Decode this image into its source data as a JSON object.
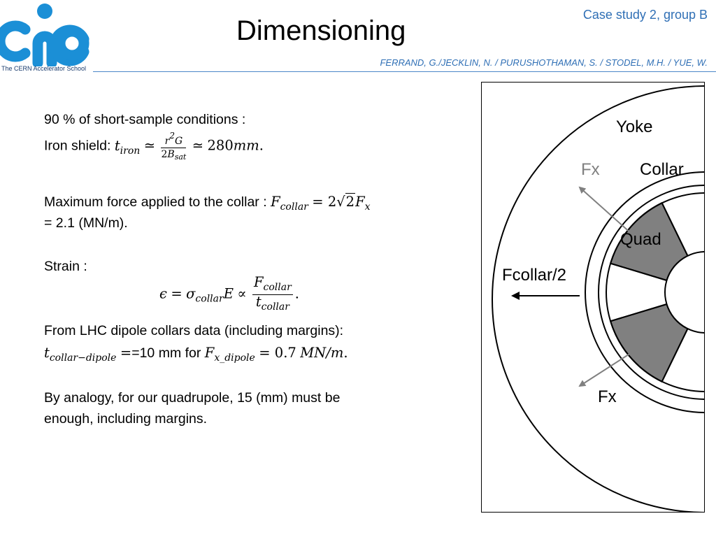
{
  "header": {
    "title": "Dimensioning",
    "case_study": "Case study 2, group B",
    "authors": "FERRAND, G./JECKLIN, N. / PURUSHOTHAMAN, S. / STODEL, M.H. / YUE, W.",
    "logo_caption": "The CERN Accelerator School",
    "accent_color": "#2f6fb5",
    "logo_color": "#1b8fd6"
  },
  "body": {
    "line1": "90 % of short-sample conditions :",
    "iron_prefix": "Iron shield: ",
    "iron_result": "280",
    "iron_unit": "mm",
    "force_prefix": "Maximum force applied to the collar : ",
    "force_value": "= 2.1 (MN/m).",
    "strain_label": "Strain :",
    "lhc_line": "From LHC dipole collars data (including margins):",
    "lhc_mid": "=10 mm for ",
    "lhc_value": "0.7",
    "lhc_unit": "MN/m",
    "analogy_line1": "By analogy, for our quadrupole, 15 (mm) must be",
    "analogy_line2": "enough, including margins."
  },
  "diagram": {
    "yoke_label": "Yoke",
    "collar_label": "Collar",
    "fx_top_label": "Fx",
    "fx_bottom_label": "Fx",
    "quad_label": "Quad",
    "fcollar_label": "Fcollar/2",
    "quad_fill": "#808080",
    "arrow_gray": "#808080"
  }
}
